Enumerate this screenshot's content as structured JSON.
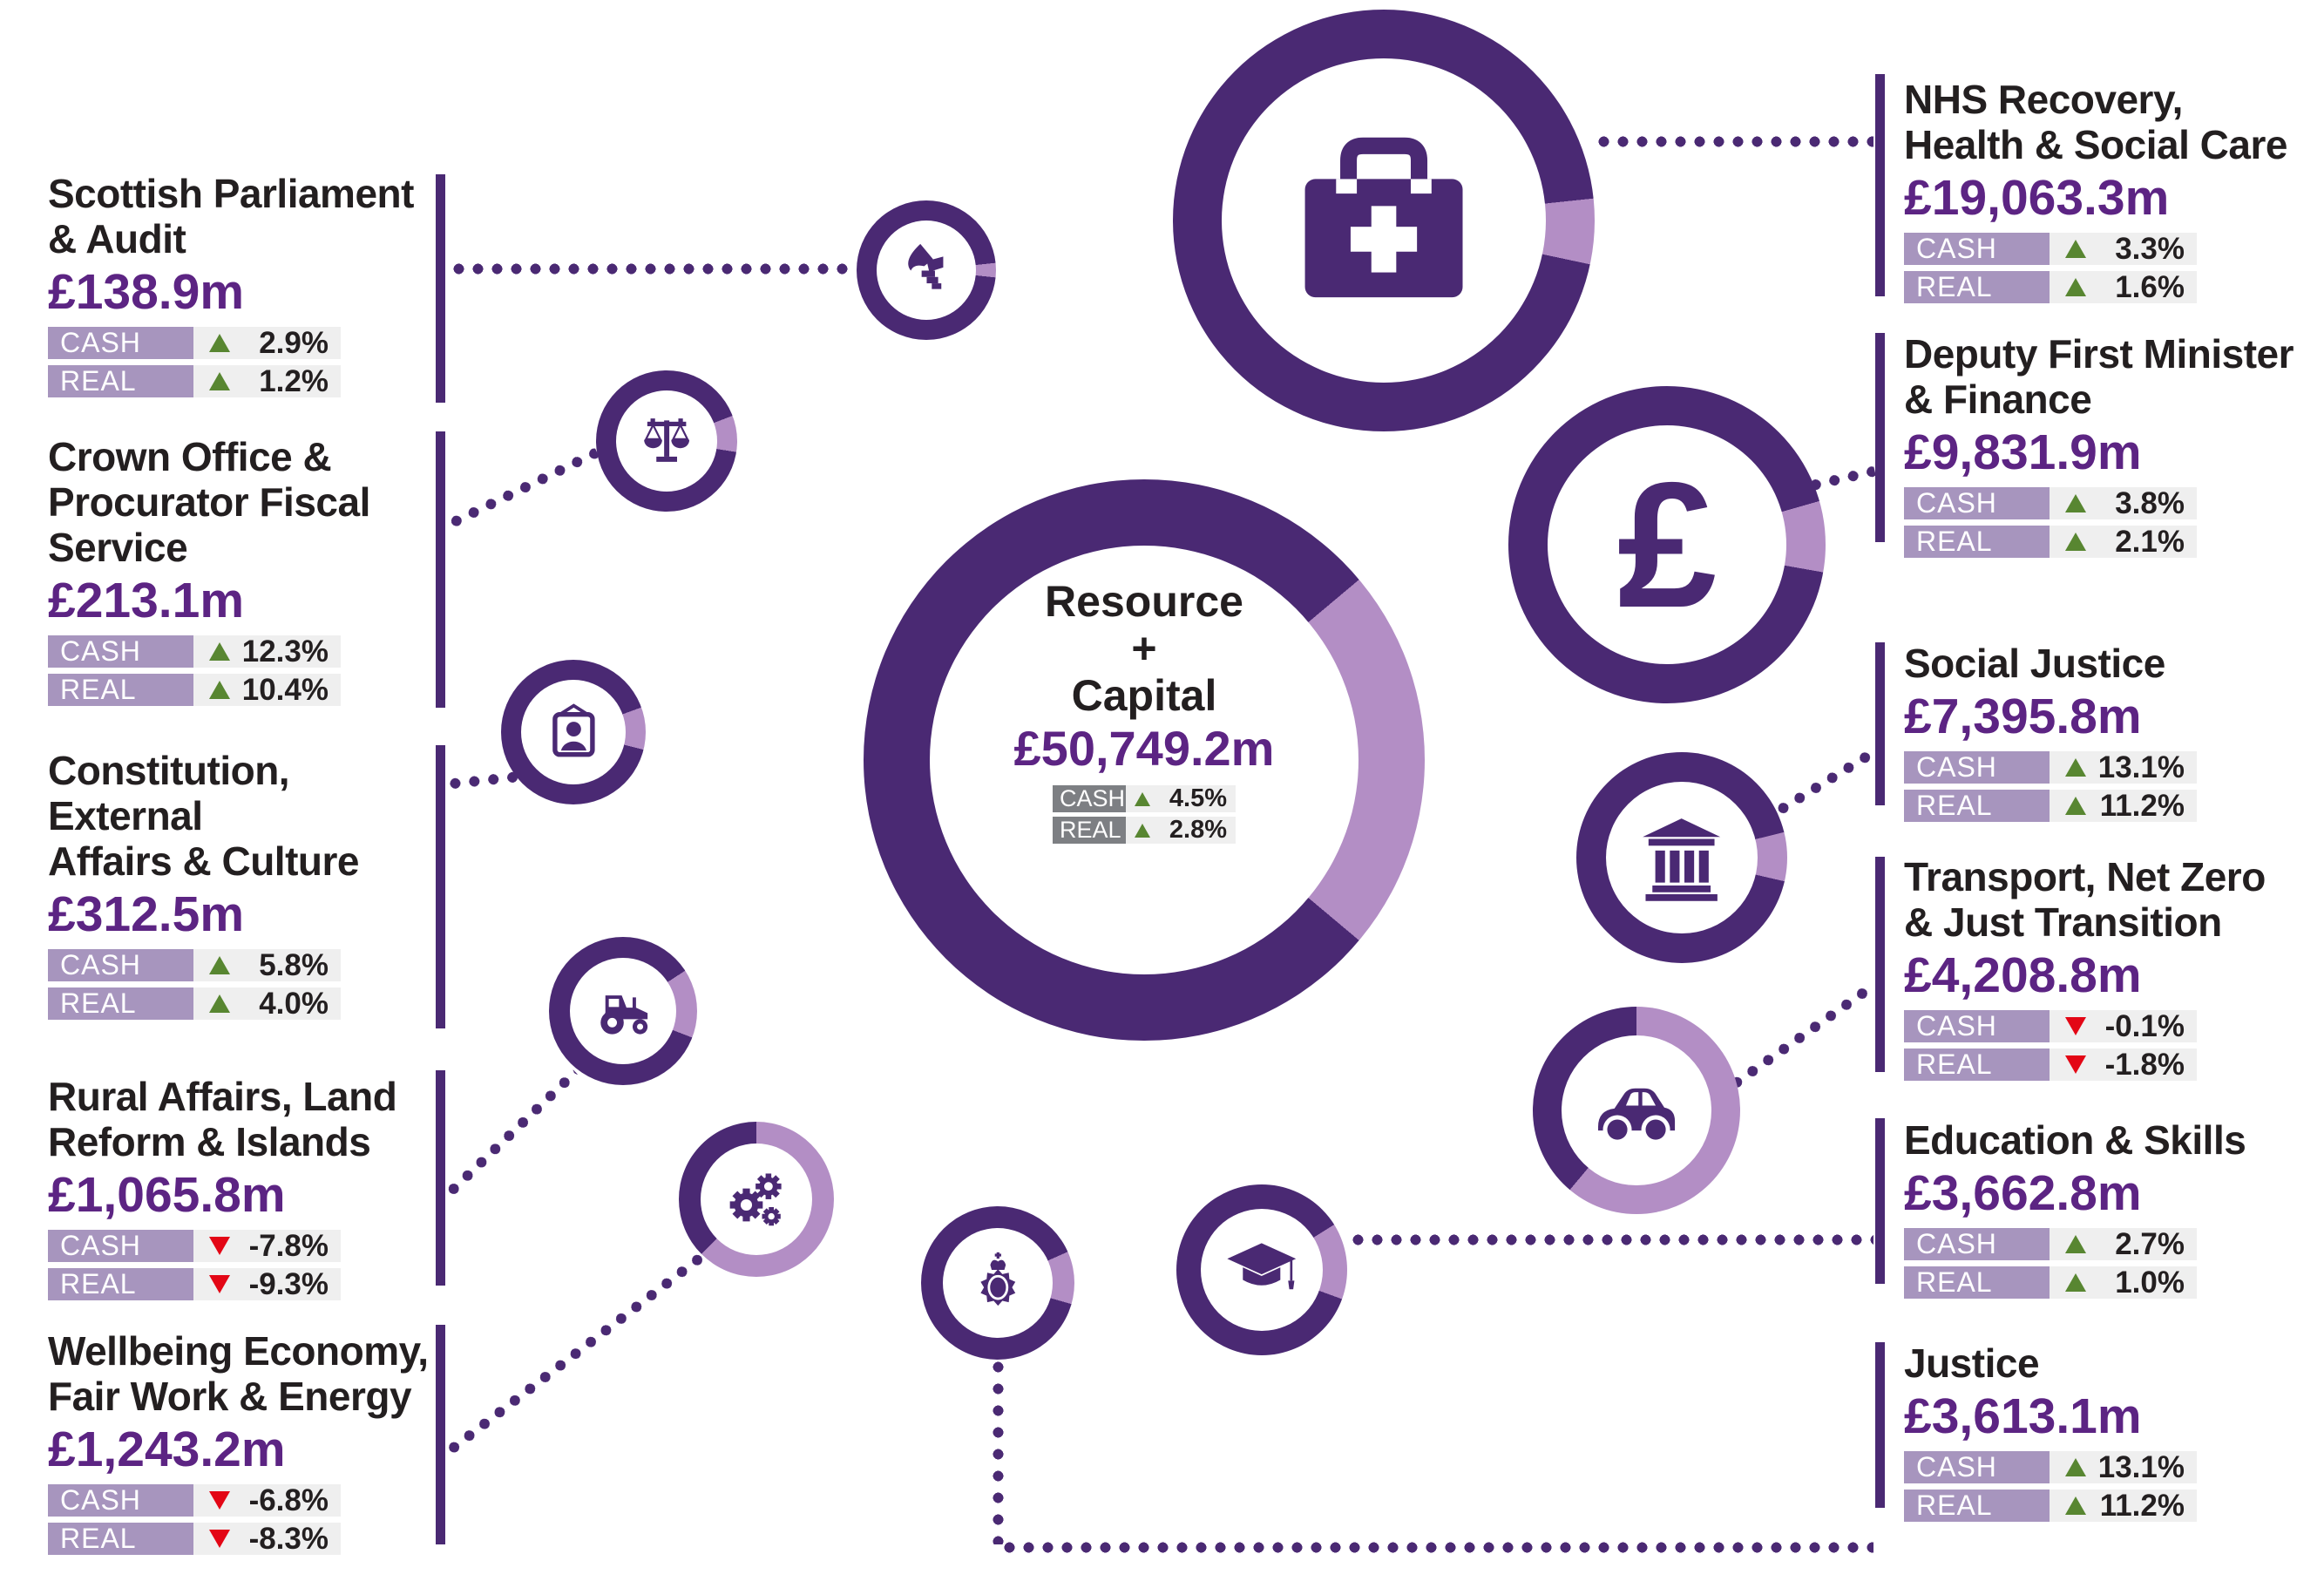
{
  "colors": {
    "primary_purple": "#4A2973",
    "light_purple": "#B38EC5",
    "label_bar_purple": "#A795BE",
    "amount_purple": "#5C2483",
    "up_green": "#588631",
    "down_red": "#E30615",
    "text_dark": "#231F20",
    "value_bg_gray": "#EFEFEF",
    "center_label_gray": "#7D7F83"
  },
  "center": {
    "title": "Resource\n+\nCapital",
    "amount": "£50,749.2m",
    "stats": [
      {
        "label": "CASH",
        "dir": "up",
        "value": "4.5%"
      },
      {
        "label": "REAL",
        "dir": "up",
        "value": "2.8%"
      }
    ]
  },
  "depts": [
    {
      "title": "Scottish Parliament\n& Audit",
      "amount": "£138.9m",
      "icon": "scottish-parliament-logo",
      "stats": [
        {
          "label": "CASH",
          "dir": "up",
          "value": "2.9%"
        },
        {
          "label": "REAL",
          "dir": "up",
          "value": "1.2%"
        }
      ]
    },
    {
      "title": "Crown Office &\nProcurator Fiscal\nService",
      "amount": "£213.1m",
      "icon": "scales-of-justice",
      "stats": [
        {
          "label": "CASH",
          "dir": "up",
          "value": "12.3%"
        },
        {
          "label": "REAL",
          "dir": "up",
          "value": "10.4%"
        }
      ]
    },
    {
      "title": "Constitution,\nExternal\nAffairs & Culture",
      "amount": "£312.5m",
      "icon": "framed-portrait",
      "stats": [
        {
          "label": "CASH",
          "dir": "up",
          "value": "5.8%"
        },
        {
          "label": "REAL",
          "dir": "up",
          "value": "4.0%"
        }
      ]
    },
    {
      "title": "Rural Affairs, Land\nReform & Islands",
      "amount": "£1,065.8m",
      "icon": "tractor",
      "stats": [
        {
          "label": "CASH",
          "dir": "down",
          "value": "-7.8%"
        },
        {
          "label": "REAL",
          "dir": "down",
          "value": "-9.3%"
        }
      ]
    },
    {
      "title": "Wellbeing Economy,\nFair Work & Energy",
      "amount": "£1,243.2m",
      "icon": "gears",
      "stats": [
        {
          "label": "CASH",
          "dir": "down",
          "value": "-6.8%"
        },
        {
          "label": "REAL",
          "dir": "down",
          "value": "-8.3%"
        }
      ]
    },
    {
      "title": "NHS Recovery,\nHealth & Social Care",
      "amount": "£19,063.3m",
      "icon": "medical-briefcase",
      "stats": [
        {
          "label": "CASH",
          "dir": "up",
          "value": "3.3%"
        },
        {
          "label": "REAL",
          "dir": "up",
          "value": "1.6%"
        }
      ]
    },
    {
      "title": "Deputy First Minister\n& Finance",
      "amount": "£9,831.9m",
      "icon": "pound-sterling",
      "stats": [
        {
          "label": "CASH",
          "dir": "up",
          "value": "3.8%"
        },
        {
          "label": "REAL",
          "dir": "up",
          "value": "2.1%"
        }
      ]
    },
    {
      "title": "Social Justice",
      "amount": "£7,395.8m",
      "icon": "bank-building",
      "stats": [
        {
          "label": "CASH",
          "dir": "up",
          "value": "13.1%"
        },
        {
          "label": "REAL",
          "dir": "up",
          "value": "11.2%"
        }
      ]
    },
    {
      "title": "Transport, Net Zero\n& Just Transition",
      "amount": "£4,208.8m",
      "icon": "car",
      "stats": [
        {
          "label": "CASH",
          "dir": "down",
          "value": "-0.1%"
        },
        {
          "label": "REAL",
          "dir": "down",
          "value": "-1.8%"
        }
      ]
    },
    {
      "title": "Education & Skills",
      "amount": "£3,662.8m",
      "icon": "graduation-cap",
      "stats": [
        {
          "label": "CASH",
          "dir": "up",
          "value": "2.7%"
        },
        {
          "label": "REAL",
          "dir": "up",
          "value": "1.0%"
        }
      ]
    },
    {
      "title": "Justice",
      "amount": "£3,613.1m",
      "icon": "police-badge",
      "stats": [
        {
          "label": "CASH",
          "dir": "up",
          "value": "13.1%"
        },
        {
          "label": "REAL",
          "dir": "up",
          "value": "11.2%"
        }
      ]
    }
  ],
  "pound_symbol": "£",
  "chart_data": {
    "type": "pie",
    "title": "Resource + Capital",
    "total_label": "£50,749.2m",
    "total": 50749.2,
    "units": "£m",
    "total_change": {
      "cash_pct": 4.5,
      "real_pct": 2.8
    },
    "categories": [
      "NHS Recovery, Health & Social Care",
      "Deputy First Minister & Finance",
      "Social Justice",
      "Transport, Net Zero & Just Transition",
      "Education & Skills",
      "Justice",
      "Wellbeing Economy, Fair Work & Energy",
      "Rural Affairs, Land Reform & Islands",
      "Constitution, External Affairs & Culture",
      "Crown Office & Procurator Fiscal Service",
      "Scottish Parliament & Audit"
    ],
    "values": [
      19063.3,
      9831.9,
      7395.8,
      4208.8,
      3662.8,
      3613.1,
      1243.2,
      1065.8,
      312.5,
      213.1,
      138.9
    ],
    "series": [
      {
        "name": "CASH % change",
        "values": [
          3.3,
          3.8,
          13.1,
          -0.1,
          2.7,
          13.1,
          -6.8,
          -7.8,
          5.8,
          12.3,
          2.9
        ]
      },
      {
        "name": "REAL % change",
        "values": [
          1.6,
          2.1,
          11.2,
          -1.8,
          1.0,
          11.2,
          -8.3,
          -9.3,
          4.0,
          10.4,
          1.2
        ]
      }
    ],
    "legend_position": "none",
    "grid": false
  }
}
